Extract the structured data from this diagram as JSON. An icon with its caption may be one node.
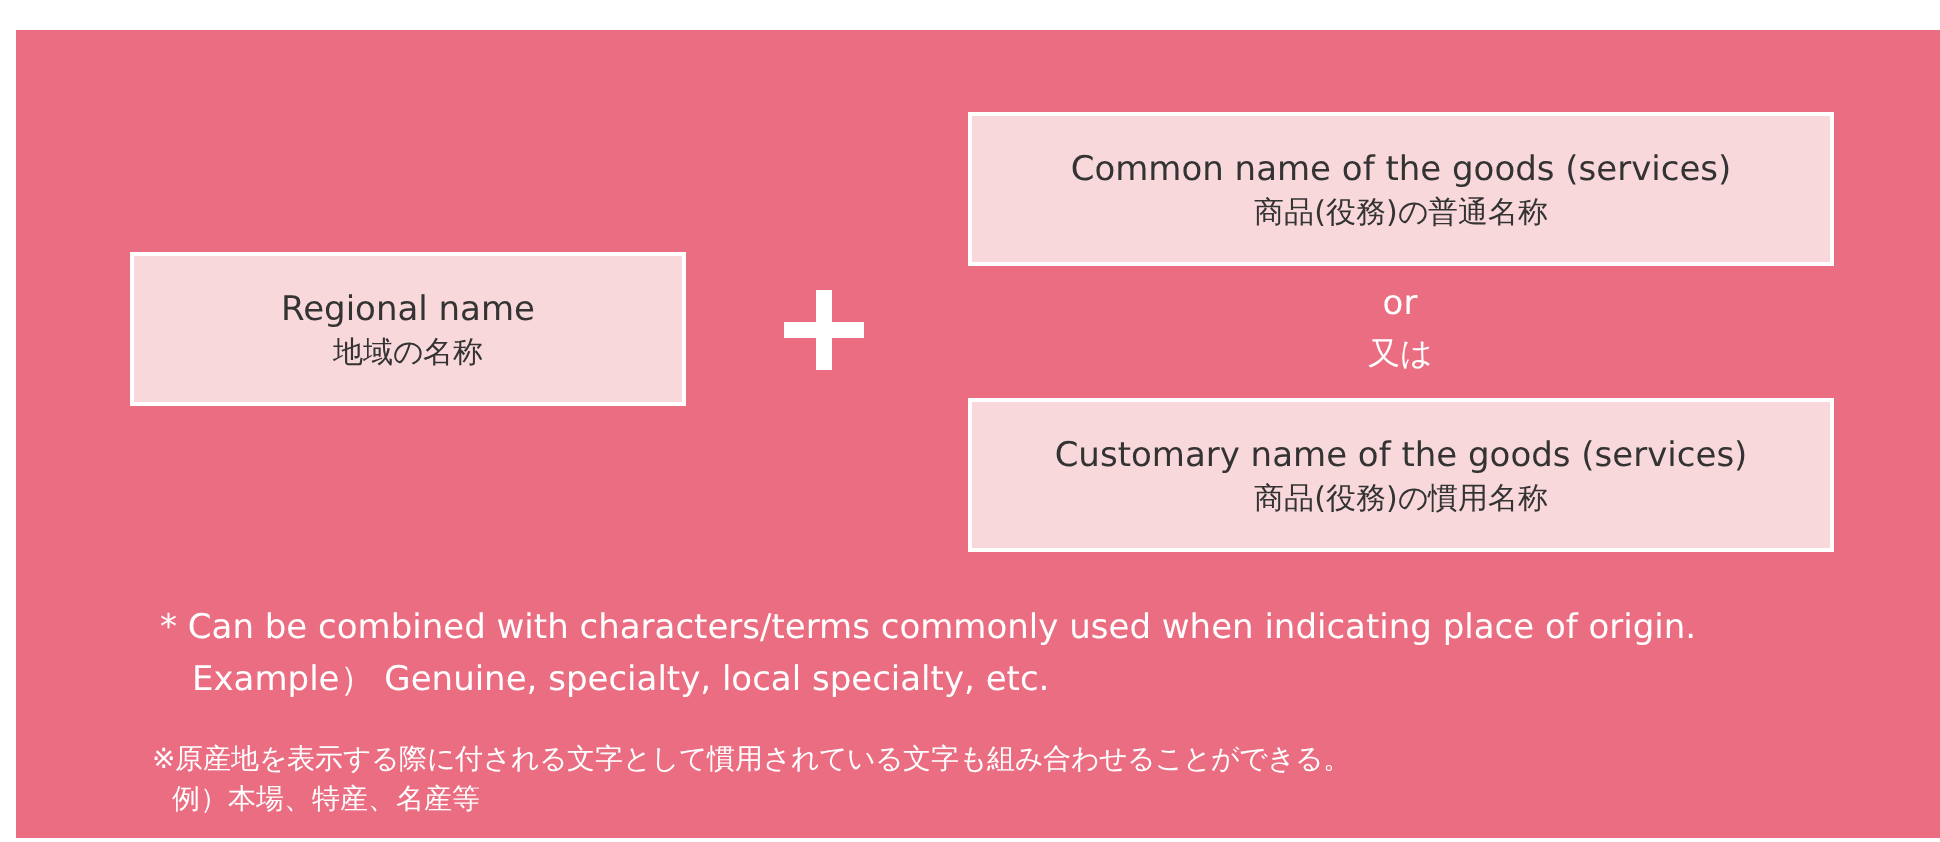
{
  "diagram": {
    "nodes": [
      {
        "text": [
          "Regional name",
          "地域の名称"
        ]
      },
      {
        "text": [
          "Common name of the goods (services)",
          "商品(役務)の普通名称"
        ]
      },
      {
        "text": [
          "Customary name of the goods (services)",
          "商品(役務)の慣用名称"
        ]
      }
    ],
    "labels": [
      "or",
      "又は",
      "* Can be combined with characters/terms commonly used when indicating place of origin.",
      "Example） Genuine, specialty, local specialty, etc.",
      "※原産地を表示する際に付される文字として慣用されている文字も組み合わせることができる。",
      "例）本場、特産、名産等"
    ]
  }
}
